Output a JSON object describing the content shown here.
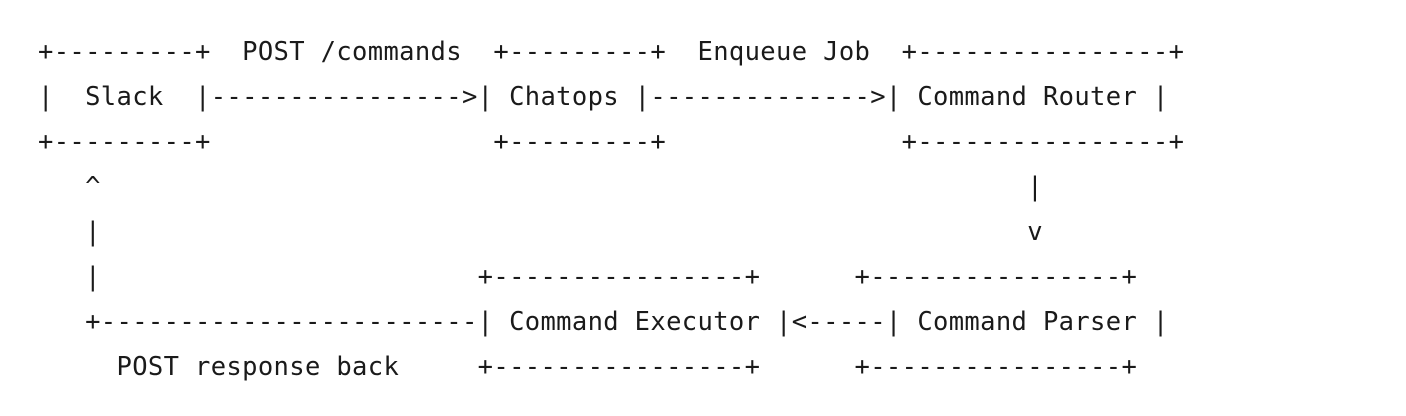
{
  "diagram": {
    "lines": [
      "+---------+  POST /commands  +---------+  Enqueue Job  +----------------+",
      "|  Slack  |---------------->| Chatops |-------------->| Command Router |",
      "+---------+                  +---------+               +----------------+",
      "   ^                                                           |",
      "   |                                                           v",
      "   |                        +----------------+      +----------------+",
      "   +------------------------| Command Executor |<-----| Command Parser |",
      "     POST response back     +----------------+      +----------------+"
    ]
  }
}
